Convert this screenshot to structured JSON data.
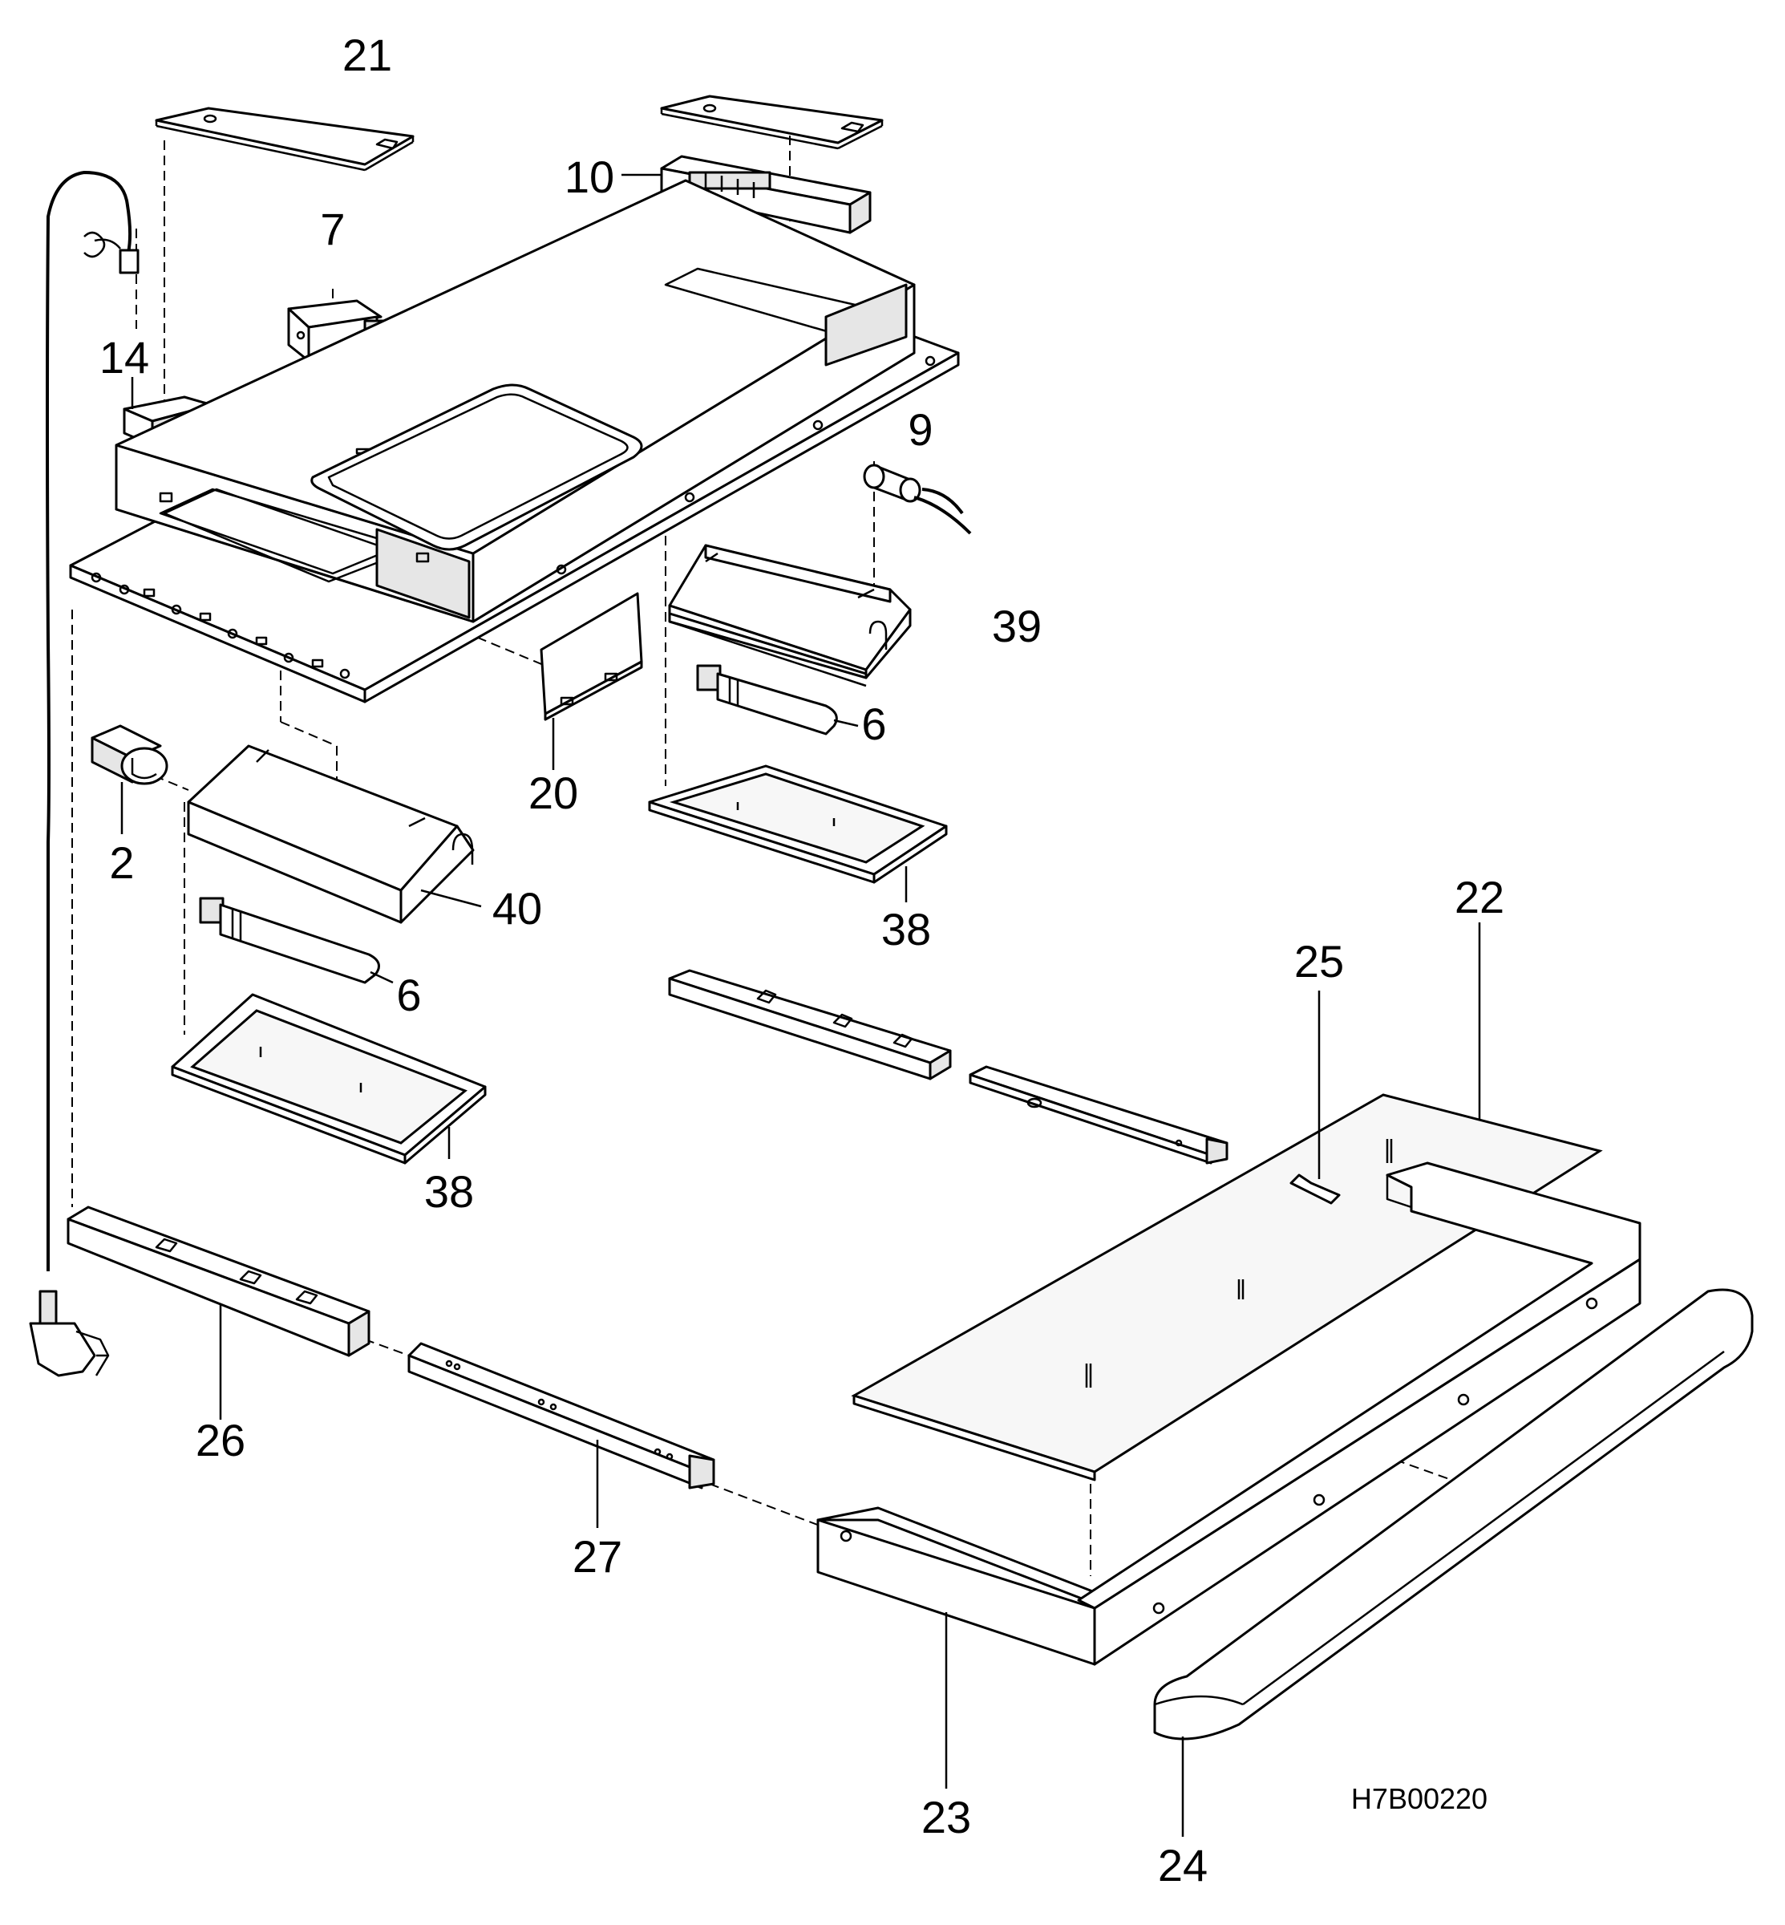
{
  "drawing_code": "H7B00220",
  "callouts": {
    "c21": "21",
    "c10": "10",
    "c7": "7",
    "c14": "14",
    "c9": "9",
    "c39": "39",
    "c6a": "6",
    "c20": "20",
    "c2": "2",
    "c40": "40",
    "c38a": "38",
    "c6b": "6",
    "c38b": "38",
    "c22": "22",
    "c25": "25",
    "c26": "26",
    "c27": "27",
    "c23": "23",
    "c24": "24"
  }
}
